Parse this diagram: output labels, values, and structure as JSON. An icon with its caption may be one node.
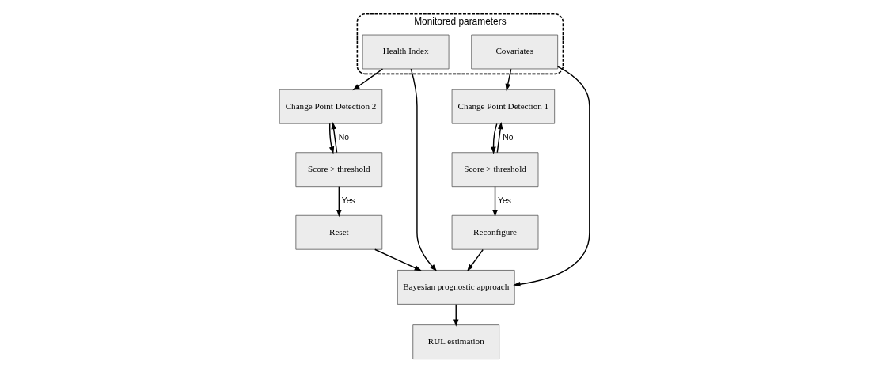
{
  "diagram": {
    "nodes": [
      {
        "text": [
          "Change Point Detection 1"
        ]
      },
      {
        "text": [
          "Change Point Detection 2"
        ]
      },
      {
        "text": [
          "Monitored parameters"
        ]
      },
      {
        "text": [
          "Health Index"
        ],
        "in": 2
      },
      {
        "text": [
          "Covariates"
        ],
        "in": 2
      },
      {
        "text": [
          "Score > threshold"
        ]
      },
      {
        "text": [
          "Score > threshold"
        ]
      },
      {
        "text": [
          "Bayesian prognostic approach"
        ]
      },
      {
        "text": [
          "RUL estimation"
        ]
      },
      {
        "text": [
          "Reconfigure"
        ]
      },
      {
        "text": [
          "Reset"
        ]
      }
    ],
    "edges": [
      {
        "from": 4,
        "to": 0,
        "arrow": "to"
      },
      {
        "from": 3,
        "to": 1,
        "arrow": "to"
      },
      {
        "from": 0,
        "to": 5,
        "arrow": "to"
      },
      {
        "from": 5,
        "to": 0,
        "arrow": "to",
        "label": "No"
      },
      {
        "from": 5,
        "to": 9,
        "arrow": "to",
        "label": "Yes"
      },
      {
        "from": 1,
        "to": 6,
        "arrow": "to"
      },
      {
        "from": 6,
        "to": 1,
        "arrow": "to",
        "label": "No"
      },
      {
        "from": 6,
        "to": 10,
        "arrow": "to",
        "label": "Yes"
      },
      {
        "from": 3,
        "to": 7,
        "arrow": "to"
      },
      {
        "from": 4,
        "to": 7,
        "arrow": "to"
      },
      {
        "from": 10,
        "to": 7,
        "arrow": "to"
      },
      {
        "from": 9,
        "to": 7,
        "arrow": "to"
      },
      {
        "from": 7,
        "to": 8,
        "arrow": "to"
      }
    ]
  }
}
